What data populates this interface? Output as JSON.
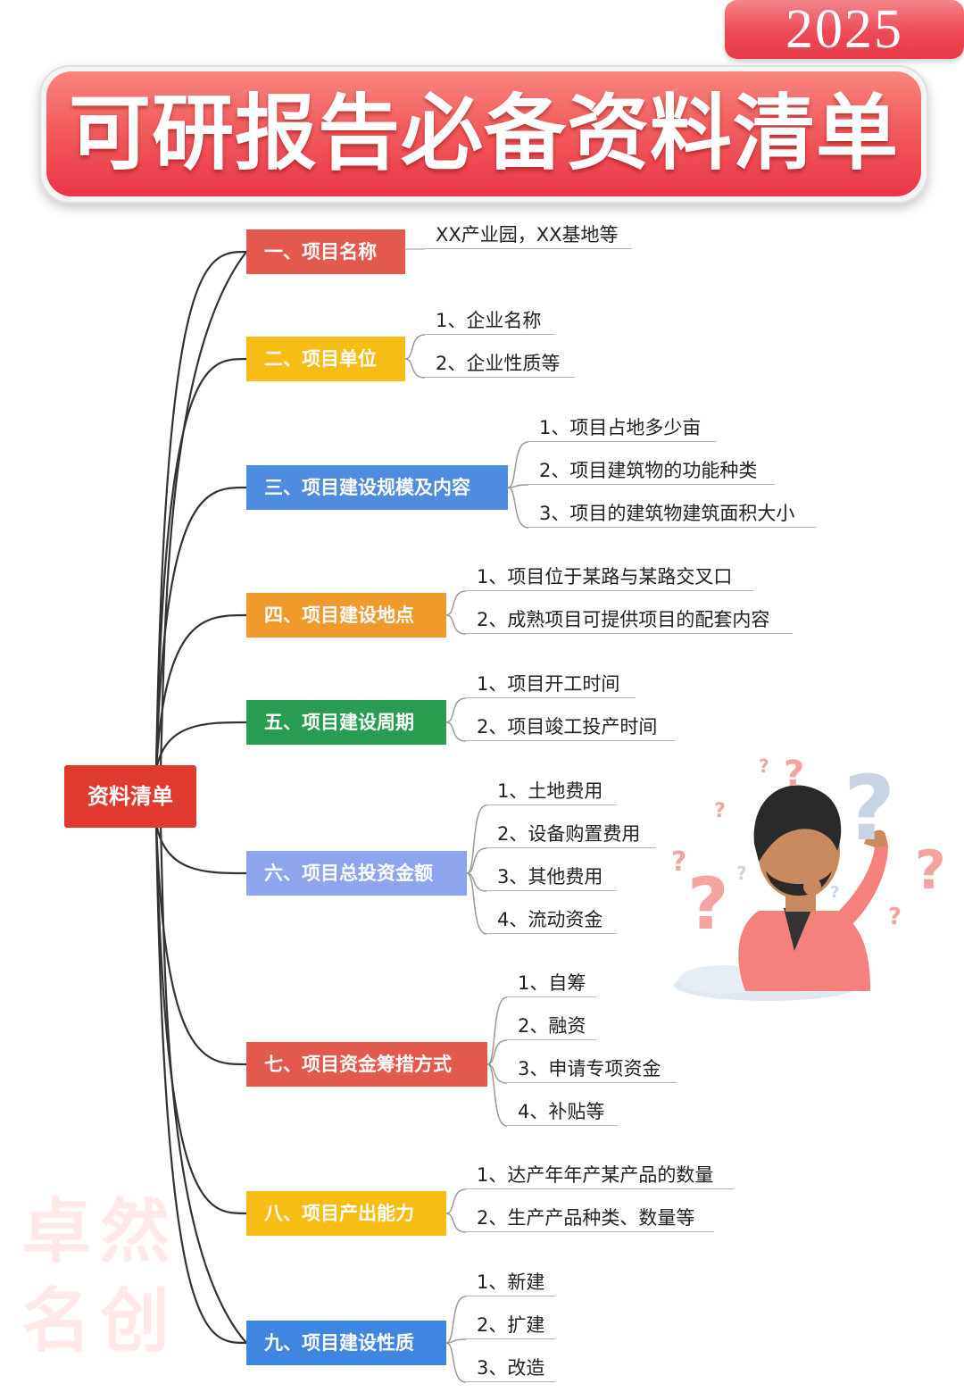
{
  "year": "2025",
  "title": "可研报告必备资料清单",
  "root": "资料清单",
  "colors": {
    "red": "#e35a4c",
    "yellow": "#f7bd14",
    "blue": "#4d8cde",
    "orange": "#f09a2e",
    "green": "#289d4f",
    "lavender": "#8fa4ee",
    "blue_dark": "#3f86e0"
  },
  "categories": [
    {
      "label": "一、项目名称",
      "color": "#e35a4c",
      "items": [
        "XX产业园，XX基地等"
      ]
    },
    {
      "label": "二、项目单位",
      "color": "#f7bd14",
      "items": [
        "1、企业名称",
        "2、企业性质等"
      ]
    },
    {
      "label": "三、项目建设规模及内容",
      "color": "#4d8cde",
      "items": [
        "1、项目占地多少亩",
        "2、项目建筑物的功能种类",
        "3、项目的建筑物建筑面积大小"
      ]
    },
    {
      "label": "四、项目建设地点",
      "color": "#f09a2e",
      "items": [
        "1、项目位于某路与某路交叉口",
        "2、成熟项目可提供项目的配套内容"
      ]
    },
    {
      "label": "五、项目建设周期",
      "color": "#289d4f",
      "items": [
        "1、项目开工时间",
        "2、项目竣工投产时间"
      ]
    },
    {
      "label": "六、项目总投资金额",
      "color": "#8fa4ee",
      "items": [
        "1、土地费用",
        "2、设备购置费用",
        "3、其他费用",
        "4、流动资金"
      ]
    },
    {
      "label": "七、项目资金筹措方式",
      "color": "#e35a4c",
      "items": [
        "1、自筹",
        "2、融资",
        "3、申请专项资金",
        "4、补贴等"
      ]
    },
    {
      "label": "八、项目产出能力",
      "color": "#f7bd14",
      "items": [
        "1、达产年年产某产品的数量",
        "2、生产产品种类、数量等"
      ]
    },
    {
      "label": "九、项目建设性质",
      "color": "#3f86e0",
      "items": [
        "1、新建",
        "2、扩建",
        "3、改造"
      ]
    }
  ],
  "watermark": [
    "卓然",
    "名创"
  ],
  "illustration": "person-thinking-with-question-marks"
}
